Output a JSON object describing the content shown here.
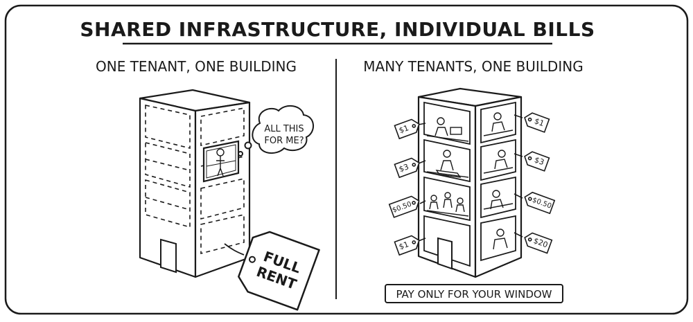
{
  "title": "SHARED INFRASTRUCTURE, INDIVIDUAL BILLS",
  "left_panel": {
    "heading": "ONE TENANT, ONE BUILDING",
    "thought_line1": "ALL THIS",
    "thought_line2": "FOR ME?",
    "tag_line1": "FULL",
    "tag_line2": "RENT"
  },
  "right_panel": {
    "heading": "MANY TENANTS, ONE BUILDING",
    "prices_left": [
      "$1",
      "$3",
      "$0.50",
      "$1"
    ],
    "prices_right": [
      "$1",
      "$3",
      "$0.50",
      "$20"
    ],
    "caption": "PAY ONLY FOR YOUR WINDOW"
  },
  "colors": {
    "ink": "#1a1a1a",
    "paper": "#ffffff"
  }
}
